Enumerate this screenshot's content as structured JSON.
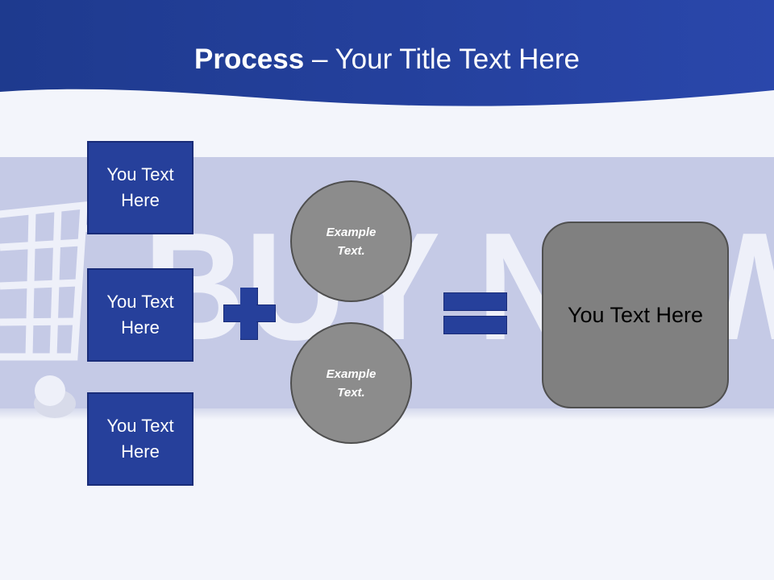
{
  "title": {
    "bold": "Process",
    "rest": " – Your Title Text Here"
  },
  "background": {
    "watermark_text": "BUY NOW"
  },
  "boxes": [
    {
      "label": "You Text Here"
    },
    {
      "label": "You Text Here"
    },
    {
      "label": "You Text Here"
    }
  ],
  "operators": {
    "plus": "plus",
    "equals": "equals"
  },
  "circles": [
    {
      "label": "Example Text."
    },
    {
      "label": "Example Text."
    }
  ],
  "result": {
    "label": "You Text Here"
  },
  "colors": {
    "header_blue": "#1f3a93",
    "box_blue": "#26409b",
    "banner": "#c5cae6",
    "circle_gray": "#8c8c8c",
    "result_gray": "#808080"
  }
}
